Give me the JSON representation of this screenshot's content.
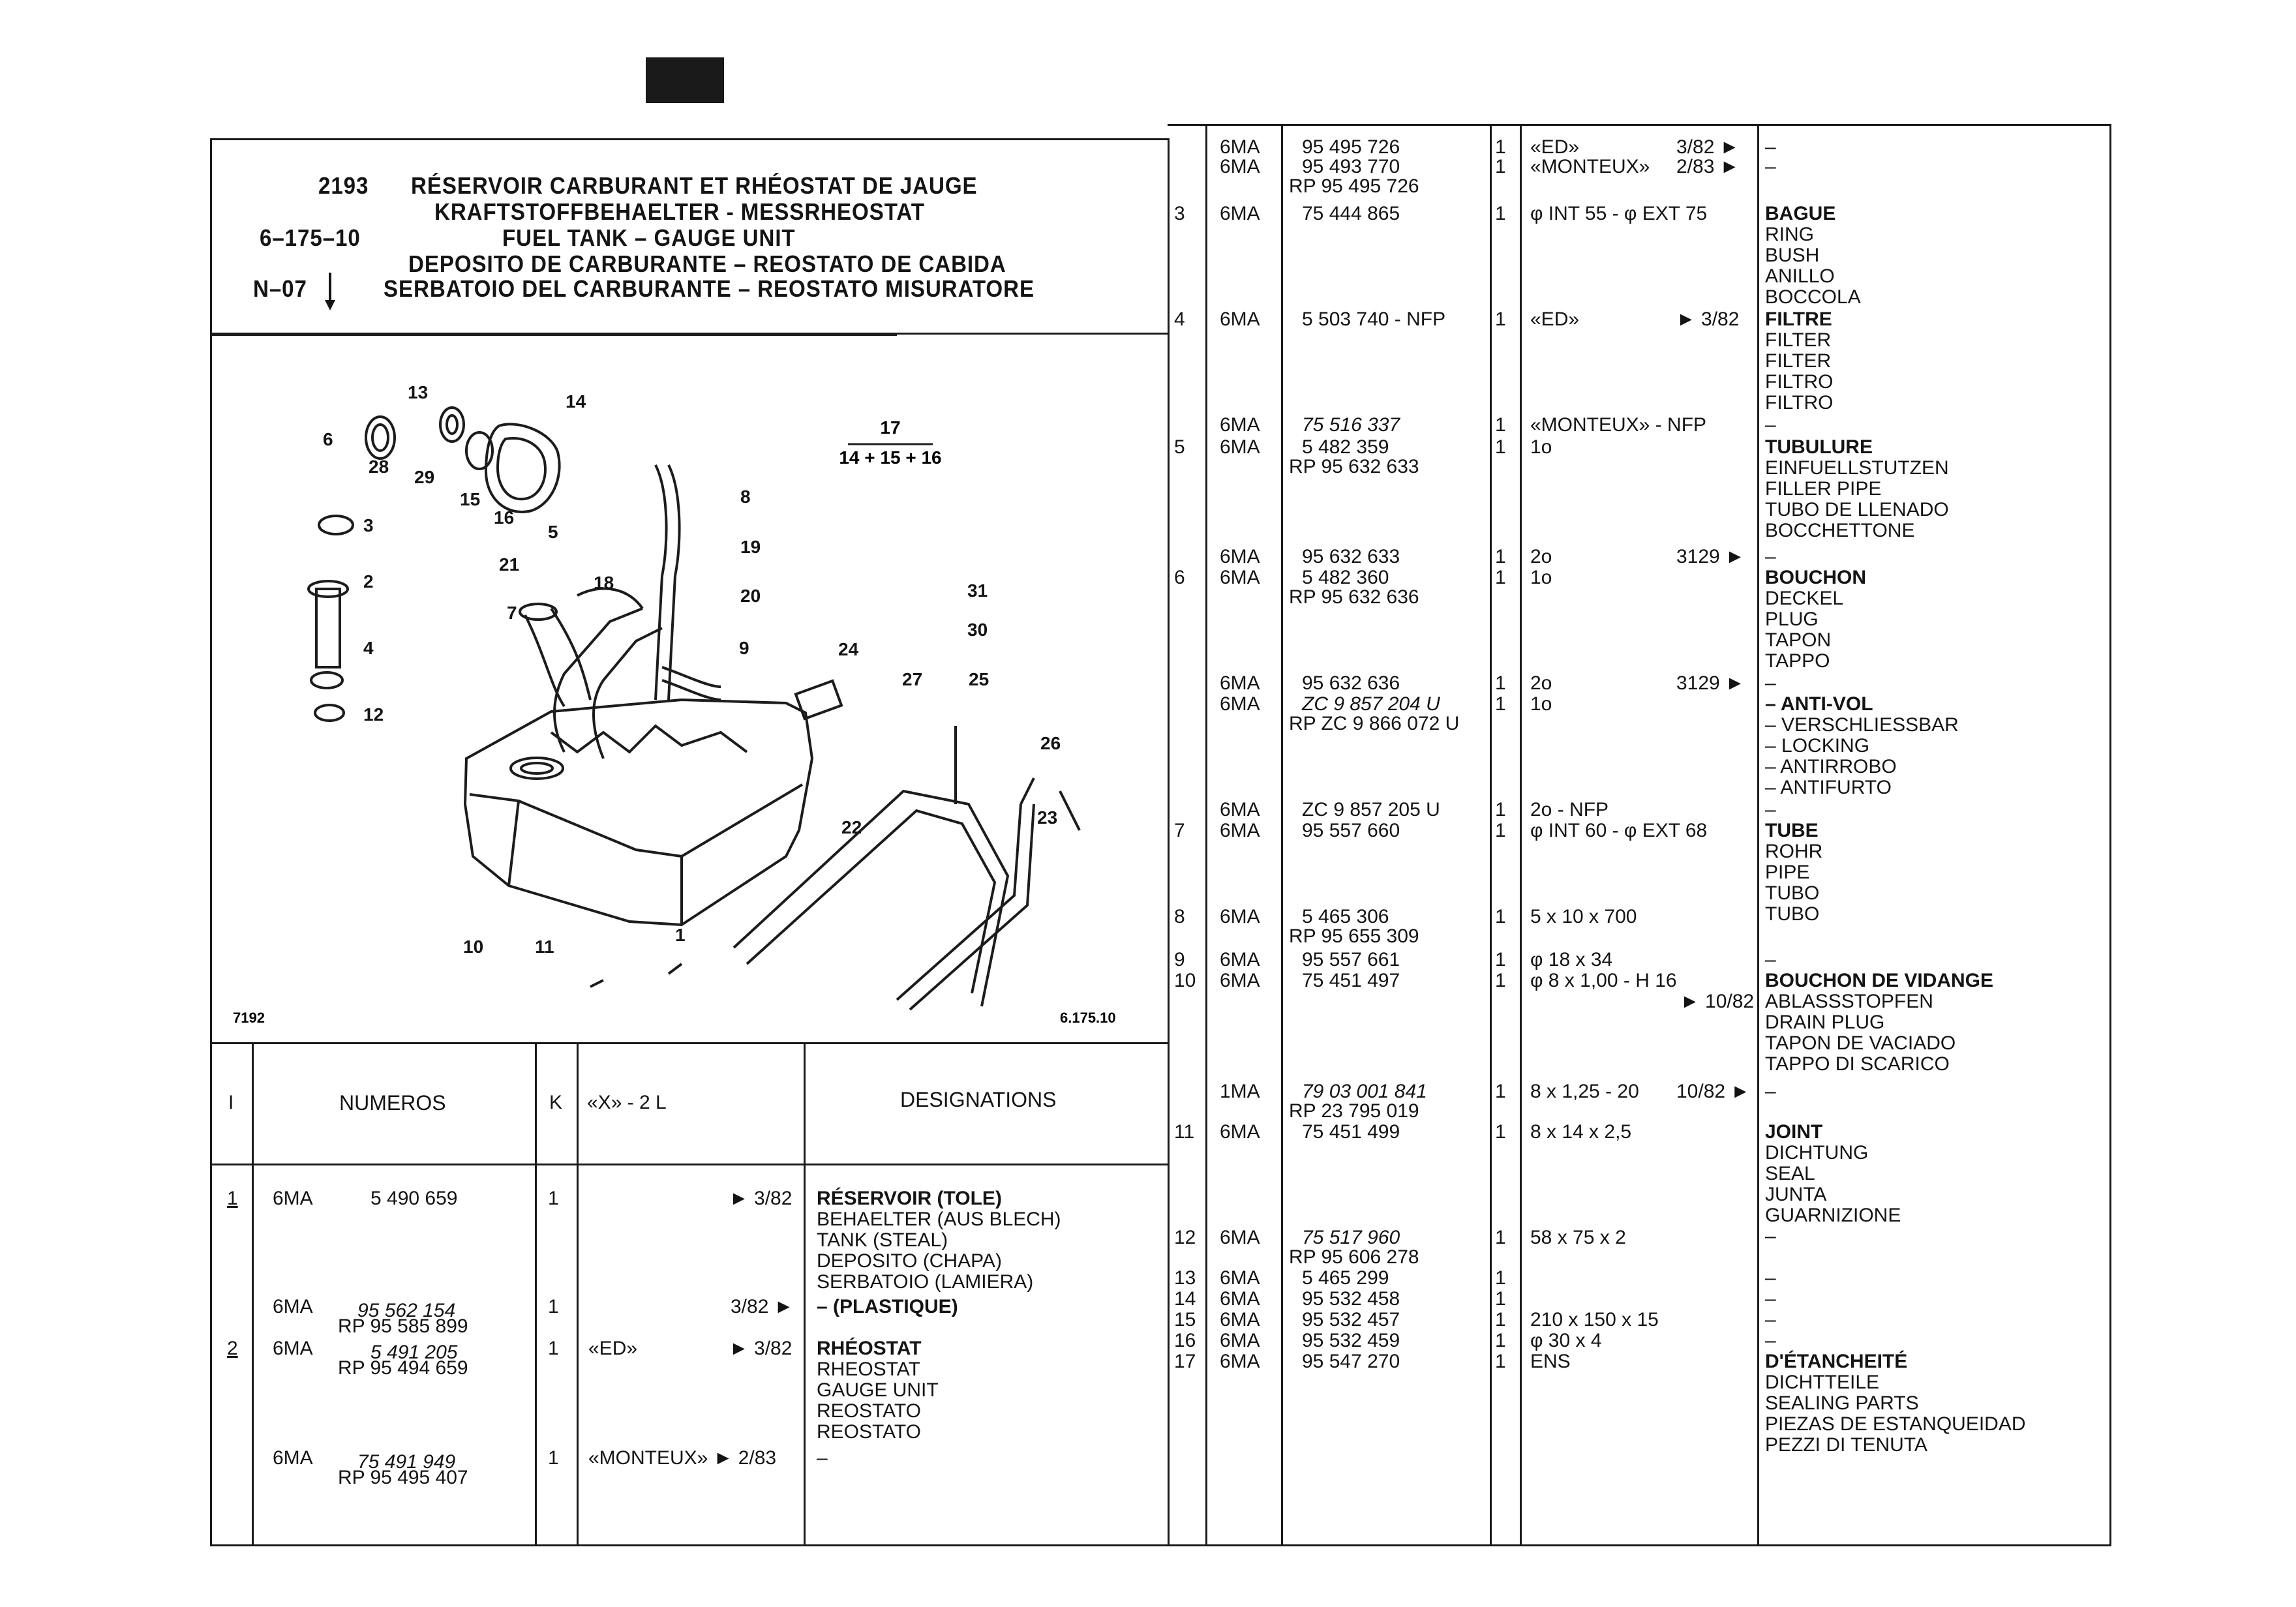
{
  "header": {
    "page_code": "2193",
    "ref1": "6–175–10",
    "ref2": "N–07",
    "title_fr": "RÉSERVOIR CARBURANT ET RHÉOSTAT DE JAUGE",
    "title_de": "KRAFTSTOFFBEHAELTER - MESSRHEOSTAT",
    "title_en": "FUEL TANK – GAUGE UNIT",
    "title_es": "DEPOSITO DE CARBURANTE – REOSTATO DE CABIDA",
    "title_it": "SERBATOIO DEL CARBURANTE – REOSTATO MISURATORE"
  },
  "diagram": {
    "fig_no": "7192",
    "fig_ref": "6.175.10",
    "formula_top": "17",
    "formula_bottom": "14 + 15 + 16",
    "callouts": [
      "13",
      "14",
      "6",
      "28",
      "29",
      "15",
      "16",
      "5",
      "8",
      "3",
      "21",
      "19",
      "2",
      "18",
      "20",
      "7",
      "31",
      "9",
      "4",
      "24",
      "30",
      "12",
      "27",
      "25",
      "26",
      "22",
      "23",
      "10",
      "11",
      "1"
    ]
  },
  "left_table": {
    "headers": {
      "index": "I",
      "numeros": "NUMEROS",
      "k": "K",
      "model": "«X» - 2 L",
      "designations": "DESIGNATIONS"
    },
    "rows": [
      {
        "idx": "1",
        "prefix": "6MA",
        "num": "5 490 659",
        "qty": "1",
        "cond": "",
        "date": "► 3/82",
        "desig": [
          "RÉSERVOIR (TOLE)",
          "BEHAELTER (AUS BLECH)",
          "TANK (STEAL)",
          "DEPOSITO (CHAPA)",
          "SERBATOIO (LAMIERA)"
        ]
      },
      {
        "idx": "",
        "prefix": "6MA",
        "num": "95 562 154",
        "num2": "RP 95 585 899",
        "qty": "1",
        "cond": "",
        "date": "3/82 ►",
        "desig": [
          "– (PLASTIQUE)"
        ]
      },
      {
        "idx": "2",
        "prefix": "6MA",
        "num": "5 491 205",
        "num2": "RP 95 494 659",
        "qty": "1",
        "cond": "«ED»",
        "date": "► 3/82",
        "desig": [
          "RHÉOSTAT",
          "RHEOSTAT",
          "GAUGE UNIT",
          "REOSTATO",
          "REOSTATO"
        ]
      },
      {
        "idx": "",
        "prefix": "6MA",
        "num": "75 491 949",
        "num2": "RP 95 495 407",
        "qty": "1",
        "cond": "«MONTEUX» ► 2/83",
        "date": "",
        "desig": [
          "–"
        ]
      }
    ]
  },
  "right_table": {
    "rows": [
      {
        "idx": "",
        "prefix": "6MA",
        "num": "95 495 726",
        "qty": "1",
        "cond": "«ED»",
        "date": "3/82 ►",
        "desig": [
          "–"
        ]
      },
      {
        "idx": "",
        "prefix": "6MA",
        "num": "95 493 770",
        "num2": "RP 95 495 726",
        "qty": "1",
        "cond": "«MONTEUX»",
        "date": "2/83 ►",
        "desig": [
          "–"
        ]
      },
      {
        "idx": "3",
        "prefix": "6MA",
        "num": "75 444 865",
        "qty": "1",
        "cond": "φ INT 55 - φ EXT 75",
        "date": "",
        "desig": [
          "BAGUE",
          "RING",
          "BUSH",
          "ANILLO",
          "BOCCOLA"
        ]
      },
      {
        "idx": "4",
        "prefix": "6MA",
        "num": "5 503 740 - NFP",
        "qty": "1",
        "cond": "«ED»",
        "date": "► 3/82",
        "desig": [
          "FILTRE",
          "FILTER",
          "FILTER",
          "FILTRO",
          "FILTRO"
        ]
      },
      {
        "idx": "",
        "prefix": "6MA",
        "num": "75 516 337",
        "qty": "1",
        "cond": "«MONTEUX» - NFP",
        "date": "",
        "desig": [
          "–"
        ]
      },
      {
        "idx": "5",
        "prefix": "6MA",
        "num": "5 482 359",
        "num2": "RP 95 632 633",
        "qty": "1",
        "cond": "1o",
        "date": "",
        "desig": [
          "TUBULURE",
          "EINFUELLSTUTZEN",
          "FILLER PIPE",
          "TUBO DE LLENADO",
          "BOCCHETTONE"
        ]
      },
      {
        "idx": "",
        "prefix": "6MA",
        "num": "95 632 633",
        "qty": "1",
        "cond": "2o",
        "date": "3129 ►",
        "desig": [
          "–"
        ]
      },
      {
        "idx": "6",
        "prefix": "6MA",
        "num": "5 482 360",
        "num2": "RP 95 632 636",
        "qty": "1",
        "cond": "1o",
        "date": "",
        "desig": [
          "BOUCHON",
          "DECKEL",
          "PLUG",
          "TAPON",
          "TAPPO"
        ]
      },
      {
        "idx": "",
        "prefix": "6MA",
        "num": "95 632 636",
        "qty": "1",
        "cond": "2o",
        "date": "3129 ►",
        "desig": [
          "–"
        ]
      },
      {
        "idx": "",
        "prefix": "6MA",
        "num": "ZC 9 857 204 U",
        "num2": "RP ZC 9 866 072 U",
        "qty": "1",
        "cond": "1o",
        "date": "",
        "desig": [
          "– ANTI-VOL",
          "– VERSCHLIESSBAR",
          "– LOCKING",
          "– ANTIRROBO",
          "– ANTIFURTO"
        ]
      },
      {
        "idx": "",
        "prefix": "6MA",
        "num": "ZC 9 857 205 U",
        "qty": "1",
        "cond": "2o - NFP",
        "date": "",
        "desig": [
          "–"
        ]
      },
      {
        "idx": "7",
        "prefix": "6MA",
        "num": "95 557 660",
        "qty": "1",
        "cond": "φ INT 60 - φ EXT 68",
        "date": "",
        "desig": [
          "TUBE",
          "ROHR",
          "PIPE",
          "TUBO",
          "TUBO"
        ]
      },
      {
        "idx": "8",
        "prefix": "6MA",
        "num": "5 465 306",
        "num2": "RP 95 655 309",
        "qty": "1",
        "cond": "5 x 10 x 700",
        "date": "",
        "desig": []
      },
      {
        "idx": "9",
        "prefix": "6MA",
        "num": "95 557 661",
        "qty": "1",
        "cond": "φ 18 x 34",
        "date": "",
        "desig": [
          "–"
        ]
      },
      {
        "idx": "10",
        "prefix": "6MA",
        "num": "75 451 497",
        "qty": "1",
        "cond": "φ 8 x 1,00 - H 16",
        "date": "► 10/82",
        "desig": [
          "BOUCHON DE VIDANGE",
          "ABLASSSTOPFEN",
          "DRAIN PLUG",
          "TAPON DE VACIADO",
          "TAPPO DI SCARICO"
        ]
      },
      {
        "idx": "",
        "prefix": "1MA",
        "num": "79 03 001 841",
        "num2": "RP 23 795 019",
        "qty": "1",
        "cond": "8 x 1,25 - 20",
        "date": "10/82 ►",
        "desig": [
          "–"
        ]
      },
      {
        "idx": "11",
        "prefix": "6MA",
        "num": "75 451 499",
        "qty": "1",
        "cond": "8 x 14 x 2,5",
        "date": "",
        "desig": [
          "JOINT",
          "DICHTUNG",
          "SEAL",
          "JUNTA",
          "GUARNIZIONE",
          "–"
        ]
      },
      {
        "idx": "12",
        "prefix": "6MA",
        "num": "75 517 960",
        "num2": "RP 95 606 278",
        "qty": "1",
        "cond": "58 x 75 x 2",
        "date": "",
        "desig": []
      },
      {
        "idx": "13",
        "prefix": "6MA",
        "num": "5 465 299",
        "qty": "1",
        "cond": "",
        "date": "",
        "desig": [
          "–"
        ]
      },
      {
        "idx": "14",
        "prefix": "6MA",
        "num": "95 532 458",
        "qty": "1",
        "cond": "",
        "date": "",
        "desig": [
          "–"
        ]
      },
      {
        "idx": "15",
        "prefix": "6MA",
        "num": "95 532 457",
        "qty": "1",
        "cond": "210 x 150 x 15",
        "date": "",
        "desig": [
          "–"
        ]
      },
      {
        "idx": "16",
        "prefix": "6MA",
        "num": "95 532 459",
        "qty": "1",
        "cond": "φ 30 x 4",
        "date": "",
        "desig": [
          "–"
        ]
      },
      {
        "idx": "17",
        "prefix": "6MA",
        "num": "95 547 270",
        "qty": "1",
        "cond": "ENS",
        "date": "",
        "desig": [
          "D'ÉTANCHEITÉ",
          "DICHTTEILE",
          "SEALING PARTS",
          "PIEZAS DE ESTANQUEIDAD",
          "PEZZI DI TENUTA"
        ]
      }
    ]
  }
}
